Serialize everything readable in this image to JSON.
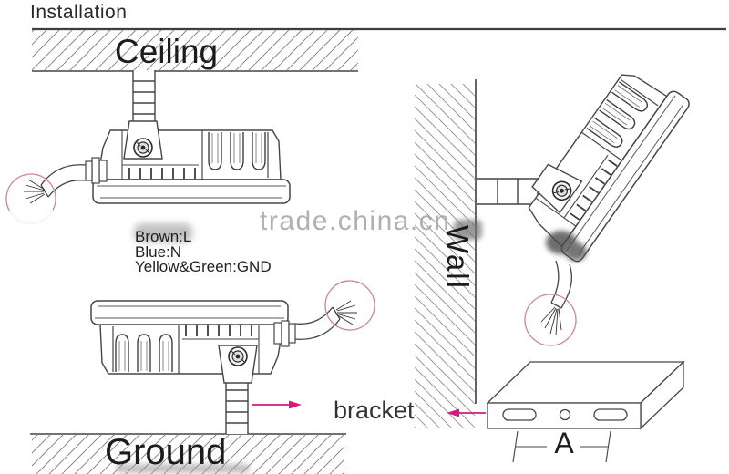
{
  "page": {
    "title": "Installation"
  },
  "labels": {
    "ceiling": "Ceiling",
    "wall": "Wall",
    "ground": "Ground",
    "bracket": "bracket",
    "dimension": "A"
  },
  "wiring": {
    "lines": [
      "Brown:L",
      "Blue:N",
      "Yellow&Green:GND"
    ]
  },
  "watermark": {
    "text": "trade.china.cn"
  },
  "colors": {
    "line": "#444444",
    "hatch": "#8a8a8a",
    "arrow_pink": "#d6197d",
    "highlight_circle": "#c8888c",
    "watermark_gray": "#a3a3a3",
    "text": "#222222"
  }
}
